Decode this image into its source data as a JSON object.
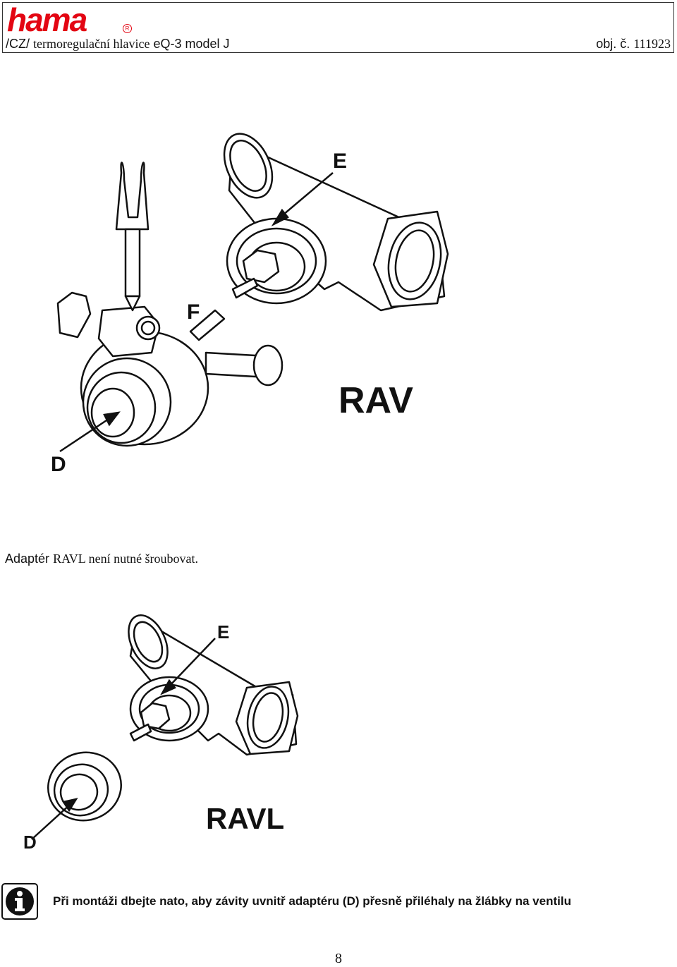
{
  "header": {
    "logo": "hama",
    "title_prefix": "/CZ/",
    "title": "termoregulační hlavice",
    "model": "eQ-3 model J",
    "ref_label": "obj. č.",
    "ref_number": "111923"
  },
  "figure_rav": {
    "label_e": "E",
    "label_f": "F",
    "label_d": "D",
    "title": "RAV"
  },
  "caption": {
    "adapter_prefix": "Adaptér",
    "adapter_rest": "RAVL není nutné šroubovat."
  },
  "figure_ravl": {
    "label_e": "E",
    "label_d": "D",
    "title": "RAVL"
  },
  "info": {
    "icon": "info-icon",
    "text": "Při montáži dbejte nato, aby závity uvnitř adaptéru (D) přesně přiléhaly na žlábky na ventilu"
  },
  "page": {
    "number": "8"
  },
  "colors": {
    "brand": "#e30613"
  }
}
